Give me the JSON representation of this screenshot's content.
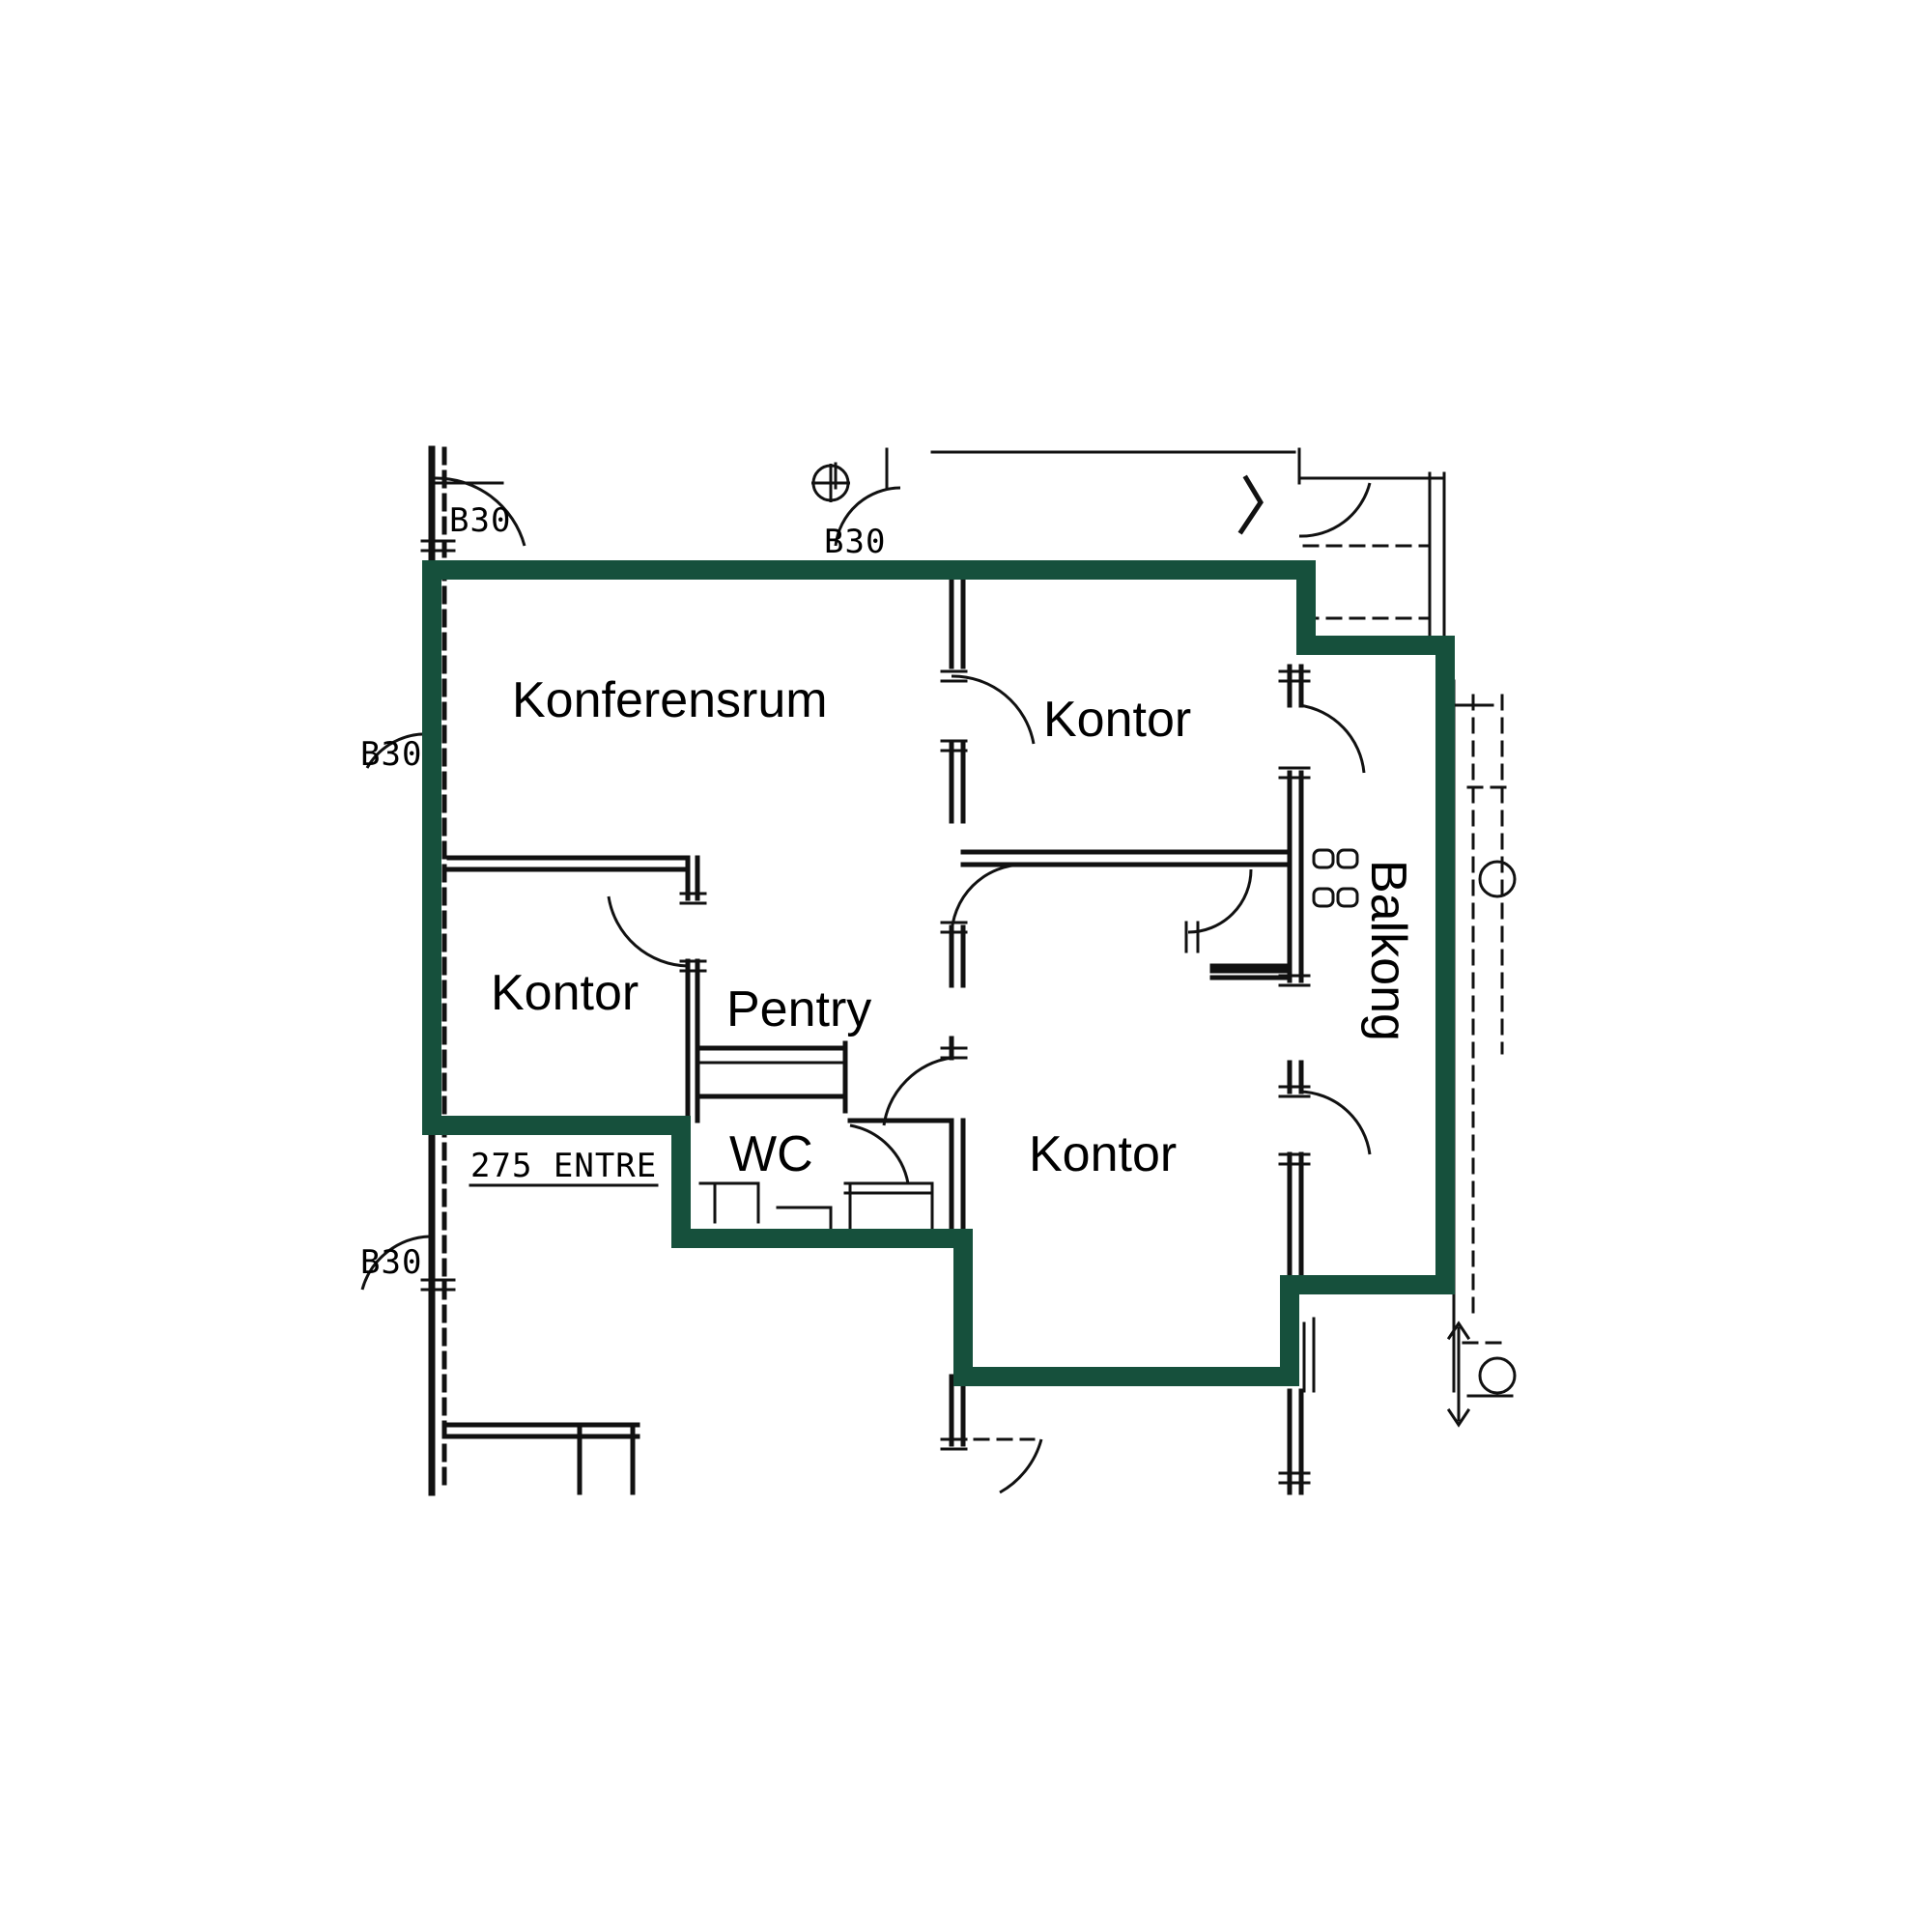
{
  "plan": {
    "outline_color": "#16503c",
    "rooms": {
      "konferensrum": "Konferensrum",
      "kontor_top_right": "Kontor",
      "kontor_left": "Kontor",
      "pentry": "Pentry",
      "wc": "WC",
      "kontor_bottom_right": "Kontor",
      "balkong": "Balkong"
    },
    "tags": {
      "b30_top_left": "B30",
      "b30_top_center": "B30",
      "b30_left": "B30",
      "b30_bottom_left": "B30",
      "entre": "275 ENTRE"
    }
  }
}
